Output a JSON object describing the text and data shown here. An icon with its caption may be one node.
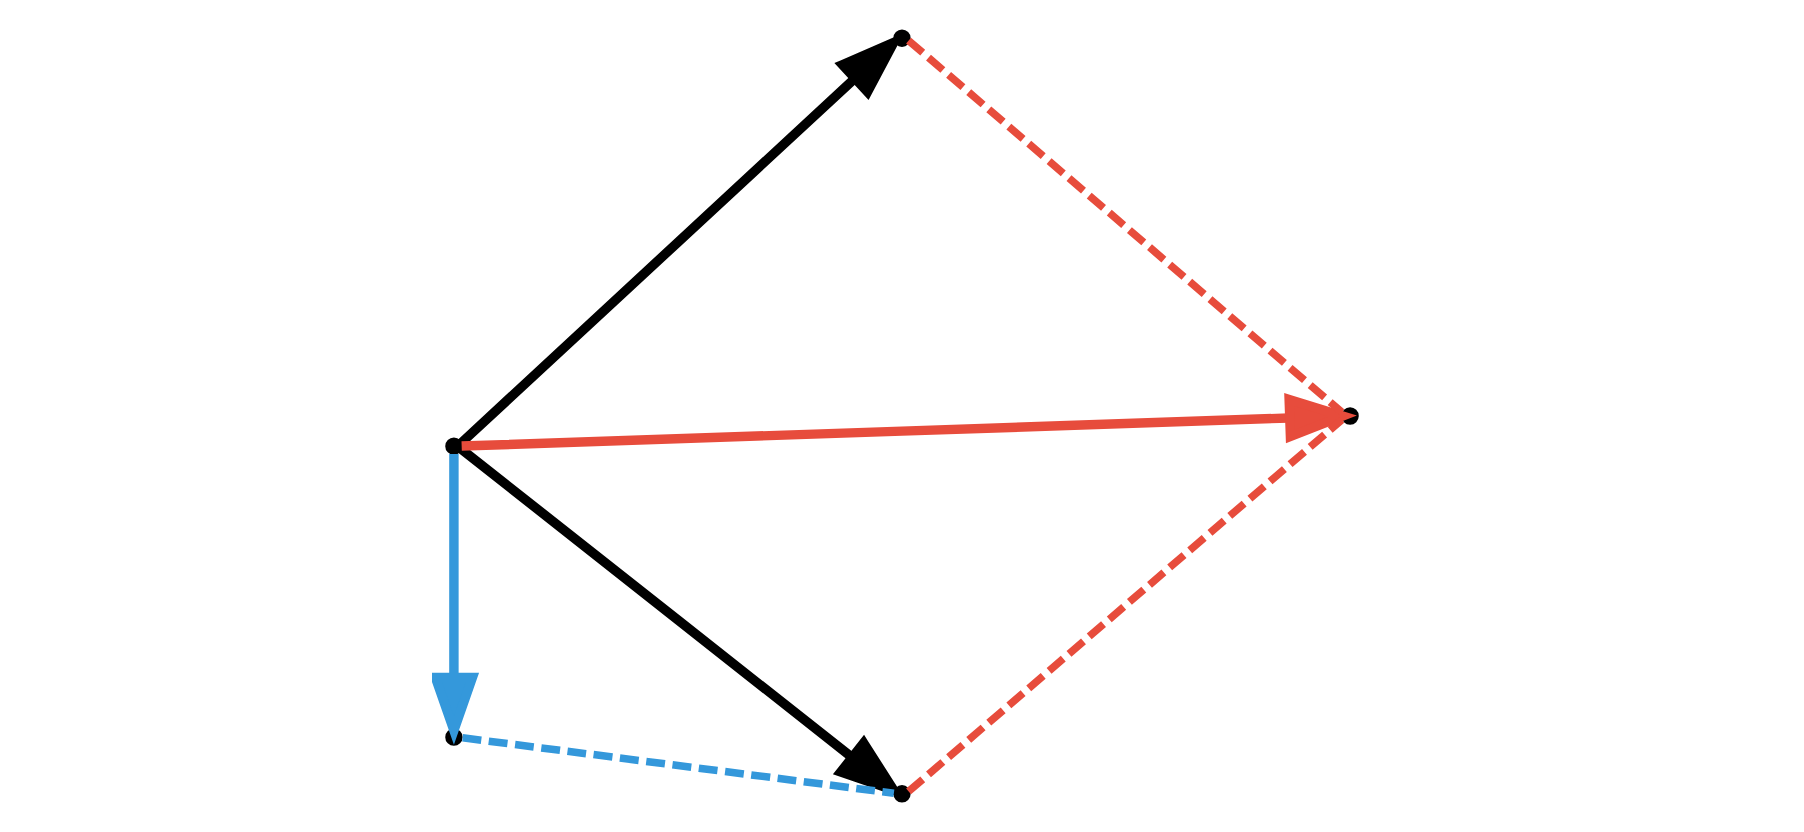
{
  "diagram": {
    "nodes": [
      {
        "text": [],
        "shape": "point"
      },
      {
        "text": [],
        "shape": "point"
      },
      {
        "text": [],
        "shape": "point"
      },
      {
        "text": [],
        "shape": "point"
      },
      {
        "text": [],
        "shape": "point"
      }
    ],
    "edges": [
      {
        "from": 0,
        "to": 1,
        "arrow": "to",
        "color": "#000000"
      },
      {
        "from": 0,
        "to": 3,
        "arrow": "to",
        "color": "#e74c3c"
      },
      {
        "from": 0,
        "to": 2,
        "arrow": "to",
        "color": "#000000"
      },
      {
        "from": 0,
        "to": 4,
        "arrow": "to",
        "color": "#3498db"
      },
      {
        "from": 1,
        "to": 3,
        "arrow": "none",
        "style": "dashed",
        "color": "#e74c3c"
      },
      {
        "from": 2,
        "to": 3,
        "arrow": "none",
        "style": "dashed",
        "color": "#e74c3c"
      },
      {
        "from": 4,
        "to": 2,
        "arrow": "none",
        "style": "dashed",
        "color": "#3498db"
      }
    ]
  }
}
